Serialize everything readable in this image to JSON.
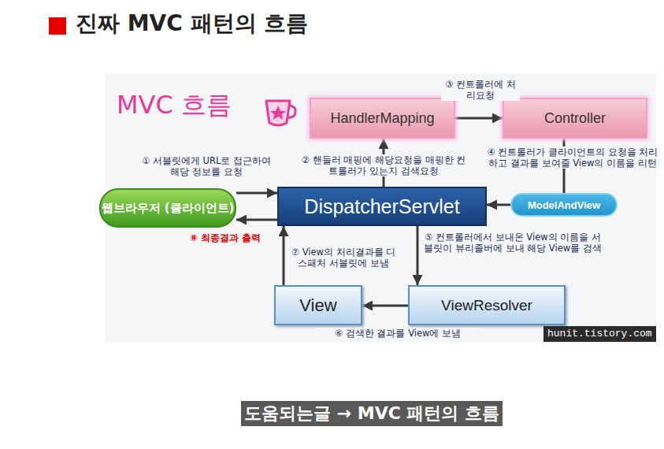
{
  "diagram": {
    "title": "진짜 MVC 패턴의 흐름",
    "caption": "도움되는글 → MVC 패턴의 흐름",
    "nodes": [
      {
        "text": [
          "HandlerMapping"
        ]
      },
      {
        "text": [
          "Controller"
        ]
      },
      {
        "text": [
          "웹브라우저 (클라이언트)"
        ]
      },
      {
        "text": [
          "DispatcherServlet"
        ]
      },
      {
        "text": [
          "ModelAndView"
        ]
      },
      {
        "text": [
          "View"
        ]
      },
      {
        "text": [
          "ViewResolver"
        ]
      }
    ],
    "edges": [
      {
        "from": 2,
        "to": 3,
        "arrow": "to",
        "label": "① 서블릿에게 URL로 접근하여 해당 정보를 요청"
      },
      {
        "from": 3,
        "to": 0,
        "arrow": "to",
        "label": "② 핸들러 매핑에 해당요청을 매핑한 컨트롤러가 있는지 검색요청"
      },
      {
        "from": 0,
        "to": 1,
        "arrow": "to",
        "label": "③ 컨트롤러에 처리요청"
      },
      {
        "from": 1,
        "to": 4,
        "arrow": "none",
        "label": "④ 컨트롤러가 클라이언트의 요청을 처리하고 결과를 보여줄 View의 이름을 리턴"
      },
      {
        "from": 4,
        "to": 3,
        "arrow": "to"
      },
      {
        "from": 3,
        "to": 6,
        "arrow": "to",
        "label": "⑤ 컨트롤러에서 보내온 View의 이름을 서블릿이 뷰리졸버에 보내 해당 View를 검색"
      },
      {
        "from": 6,
        "to": 5,
        "arrow": "to",
        "label": "⑥ 검색한 결과를 View에 보냄"
      },
      {
        "from": 5,
        "to": 3,
        "arrow": "to",
        "label": "⑦ View의 처리결과를 디스패처 서블릿에 보냄"
      },
      {
        "from": 3,
        "to": 2,
        "arrow": "to",
        "label": "⑧ 최종결과 출력"
      }
    ],
    "labels": [
      "MVC 흐름",
      "hunit.tistory.com"
    ]
  }
}
